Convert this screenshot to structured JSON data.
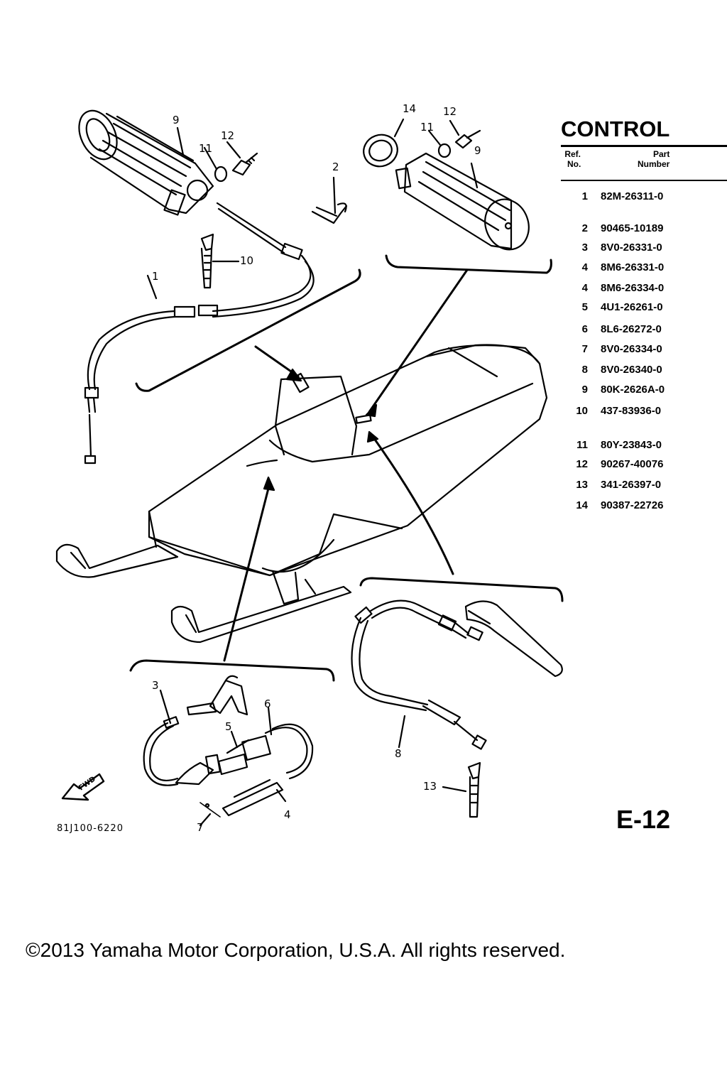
{
  "title": "CONTROL",
  "table": {
    "header_ref_line1": "Ref.",
    "header_ref_line2": "No.",
    "header_part_line1": "Part",
    "header_part_line2": "Number",
    "rows": [
      {
        "ref": "1",
        "part": "82M-26311-0"
      },
      {
        "ref": "2",
        "part": "90465-10189"
      },
      {
        "ref": "3",
        "part": "8V0-26331-0"
      },
      {
        "ref": "4",
        "part": "8M6-26331-0"
      },
      {
        "ref": "4",
        "part": "8M6-26334-0"
      },
      {
        "ref": "5",
        "part": "4U1-26261-0"
      },
      {
        "ref": "6",
        "part": "8L6-26272-0"
      },
      {
        "ref": "7",
        "part": "8V0-26334-0"
      },
      {
        "ref": "8",
        "part": "8V0-26340-0"
      },
      {
        "ref": "9",
        "part": "80K-2626A-0"
      },
      {
        "ref": "10",
        "part": "437-83936-0"
      },
      {
        "ref": "11",
        "part": "80Y-23843-0"
      },
      {
        "ref": "12",
        "part": "90267-40076"
      },
      {
        "ref": "13",
        "part": "341-26397-0"
      },
      {
        "ref": "14",
        "part": "90387-22726"
      }
    ]
  },
  "callouts": {
    "c9_left": "9",
    "c12_left": "12",
    "c11_left": "11",
    "c2": "2",
    "c10": "10",
    "c1": "1",
    "c14": "14",
    "c12_right": "12",
    "c11_right": "11",
    "c9_right": "9",
    "c3": "3",
    "c6": "6",
    "c5": "5",
    "c4": "4",
    "c7": "7",
    "c8": "8",
    "c13": "13"
  },
  "fwd_label": "FWD",
  "figure_code": "81J100-6220",
  "page_code": "E-12",
  "copyright": "©2013 Yamaha Motor Corporation, U.S.A. All rights reserved."
}
